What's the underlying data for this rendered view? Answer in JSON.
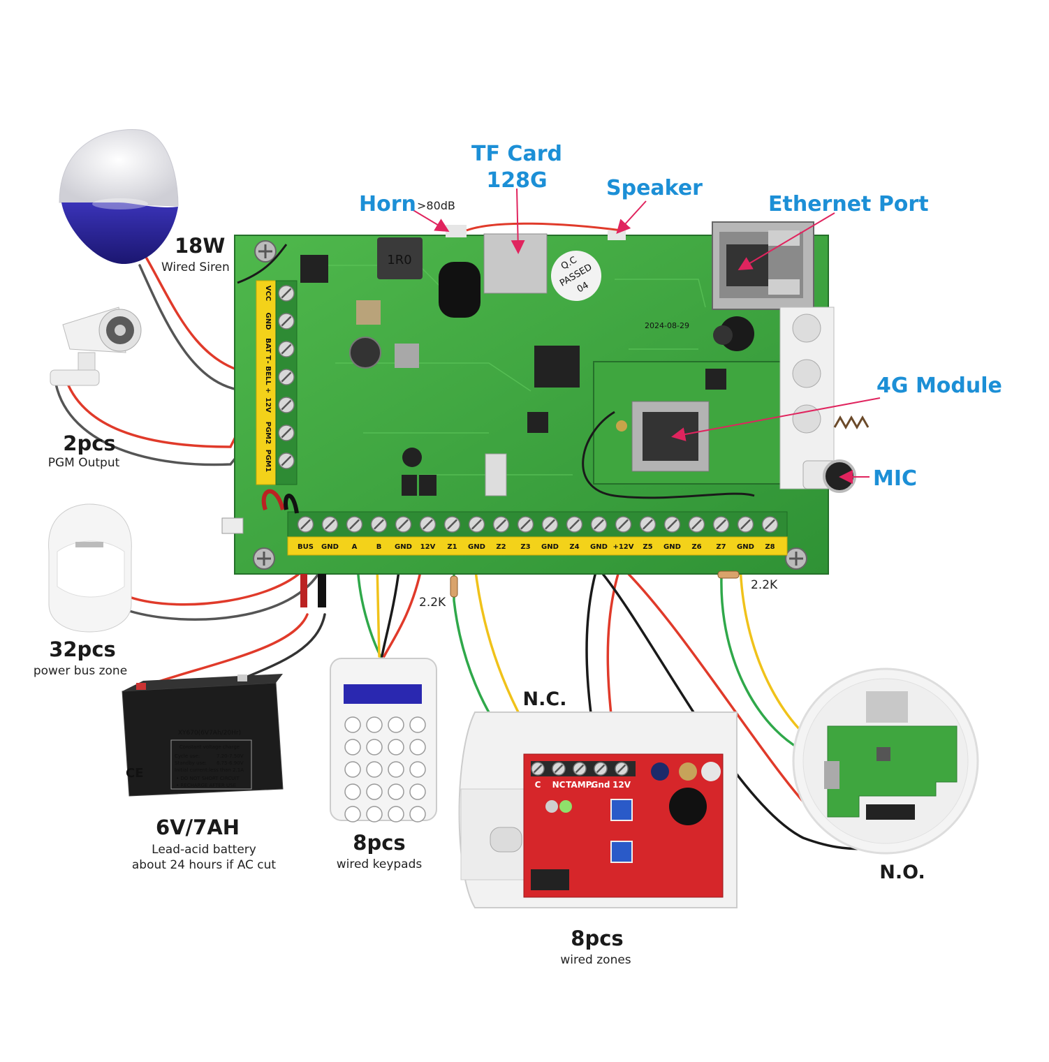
{
  "colors": {
    "pcb": "#3fa63f",
    "pcb_dark": "#2e8b34",
    "terminal_label_bg": "#f3d21a",
    "callout_blue": "#1c8fd6",
    "arrow_pink": "#e0245e",
    "wire_red": "#e03a2a",
    "wire_black": "#1a1a1a",
    "wire_green": "#2fa84a",
    "wire_yellow": "#f0c21a",
    "wire_gray": "#555555",
    "detector_board": "#d6262a"
  },
  "callouts": {
    "tf_card_line1": "TF Card",
    "tf_card_line2": "128G",
    "horn": "Horn",
    "horn_db": ">80dB",
    "speaker": "Speaker",
    "ethernet": "Ethernet Port",
    "module_4g": "4G Module",
    "mic": "MIC"
  },
  "devices": {
    "siren": {
      "count": "18W",
      "desc": "Wired Siren",
      "icon": "siren-icon"
    },
    "pgm": {
      "count": "2pcs",
      "desc": "PGM Output",
      "icon": "pgm-horn-icon"
    },
    "bus": {
      "count": "32pcs",
      "desc": "power bus zone",
      "icon": "pir-detector-icon"
    },
    "battery": {
      "count": "6V/7AH",
      "desc_line1": "Lead-acid battery",
      "desc_line2": "about 24 hours if AC cut",
      "icon": "battery-icon"
    },
    "keypad": {
      "count": "8pcs",
      "desc": "wired keypads",
      "icon": "keypad-icon"
    },
    "zones": {
      "count": "8pcs",
      "desc": "wired zones",
      "icon": "detector-icon"
    }
  },
  "contacts": {
    "nc": "N.C.",
    "no": "N.O."
  },
  "resistors": {
    "left": "2.2K",
    "right": "2.2K"
  },
  "board": {
    "left_terminals": [
      "VCC",
      "GND",
      "BAT T",
      "- BELL +",
      "12V",
      "PGM2",
      "PGM1"
    ],
    "bottom_terminals": [
      "BUS",
      "GND",
      "A",
      "B",
      "GND",
      "12V",
      "Z1",
      "GND",
      "Z2",
      "Z3",
      "GND",
      "Z4",
      "GND",
      "+12V",
      "Z5",
      "GND",
      "Z6",
      "Z7",
      "GND",
      "Z8"
    ],
    "qc_stamp": [
      "Q.C",
      "PASSED",
      "04"
    ],
    "date": "2024-08-29",
    "inductor": "1R0"
  },
  "detector_terminals": [
    "C",
    "NC",
    "TAMP.",
    "Gnd",
    "12V"
  ],
  "battery_text": {
    "model": "XY670(6V7Ah/20Hr)",
    "charge": "Constant voltage charge",
    "cycle_use": "Cycle use:",
    "cycle_val": "7.20-7.50V",
    "standby": "Standby use:",
    "standby_val": "6.75-6.90V",
    "initial": "Initial current:less than 2.1A",
    "warn1": "• DO NOT SHORT CIRCUIT",
    "warn2": "• RECHARGE AFTER USE"
  }
}
